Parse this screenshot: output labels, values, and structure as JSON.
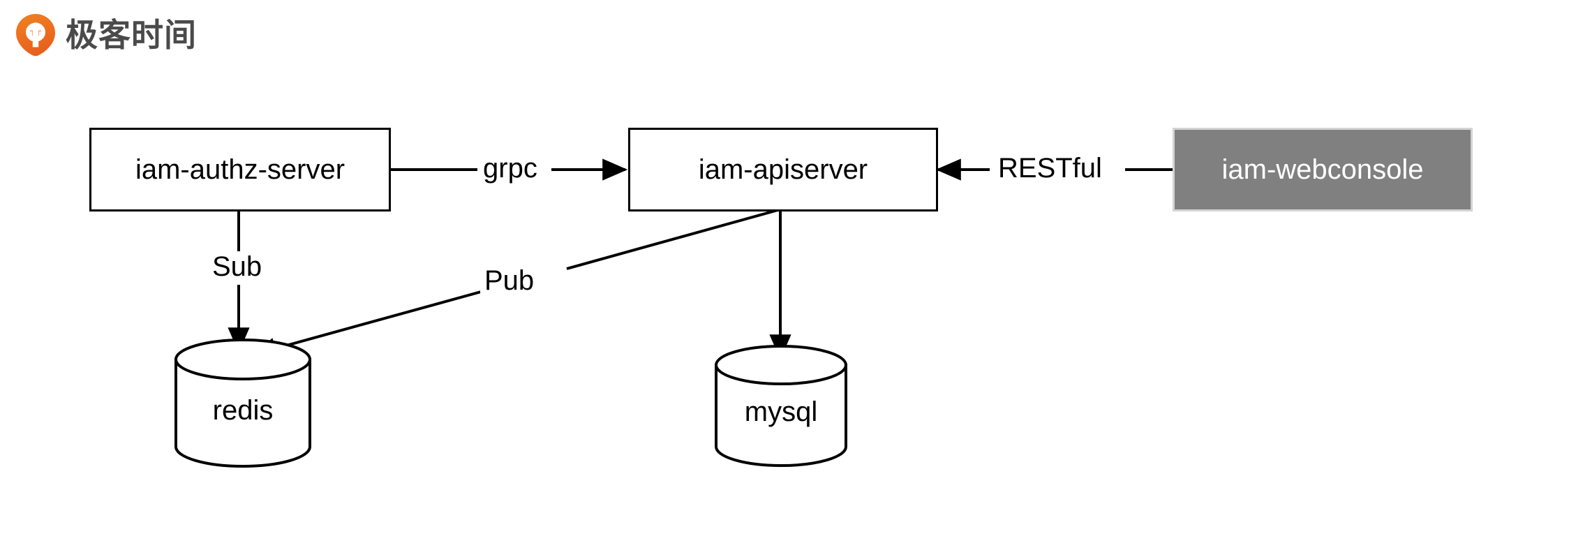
{
  "brand": {
    "logo_icon": "geekbang-pin-arrow-logo",
    "name": "极客时间",
    "logo_color": "#ee6f21"
  },
  "diagram": {
    "title": "iam architecture diagram",
    "colors": {
      "stroke": "#000000",
      "node_fill": "#ffffff",
      "highlight_fill": "#808080",
      "highlight_border": "#d4d4d4",
      "highlight_text": "#ffffff"
    },
    "nodes": [
      {
        "id": "iam-authz-server",
        "label": "iam-authz-server",
        "shape": "rect",
        "style": "plain"
      },
      {
        "id": "iam-apiserver",
        "label": "iam-apiserver",
        "shape": "rect",
        "style": "plain"
      },
      {
        "id": "iam-webconsole",
        "label": "iam-webconsole",
        "shape": "rect",
        "style": "highlighted"
      },
      {
        "id": "redis",
        "label": "redis",
        "shape": "cylinder",
        "style": "plain"
      },
      {
        "id": "mysql",
        "label": "mysql",
        "shape": "cylinder",
        "style": "plain"
      }
    ],
    "edges": [
      {
        "from": "iam-authz-server",
        "to": "iam-apiserver",
        "label": "grpc",
        "direction": "right"
      },
      {
        "from": "iam-webconsole",
        "to": "iam-apiserver",
        "label": "RESTful",
        "direction": "left"
      },
      {
        "from": "iam-authz-server",
        "to": "redis",
        "label": "Sub",
        "direction": "down"
      },
      {
        "from": "iam-apiserver",
        "to": "redis",
        "label": "Pub",
        "direction": "down-left"
      },
      {
        "from": "iam-apiserver",
        "to": "mysql",
        "label": "",
        "direction": "down"
      }
    ]
  }
}
